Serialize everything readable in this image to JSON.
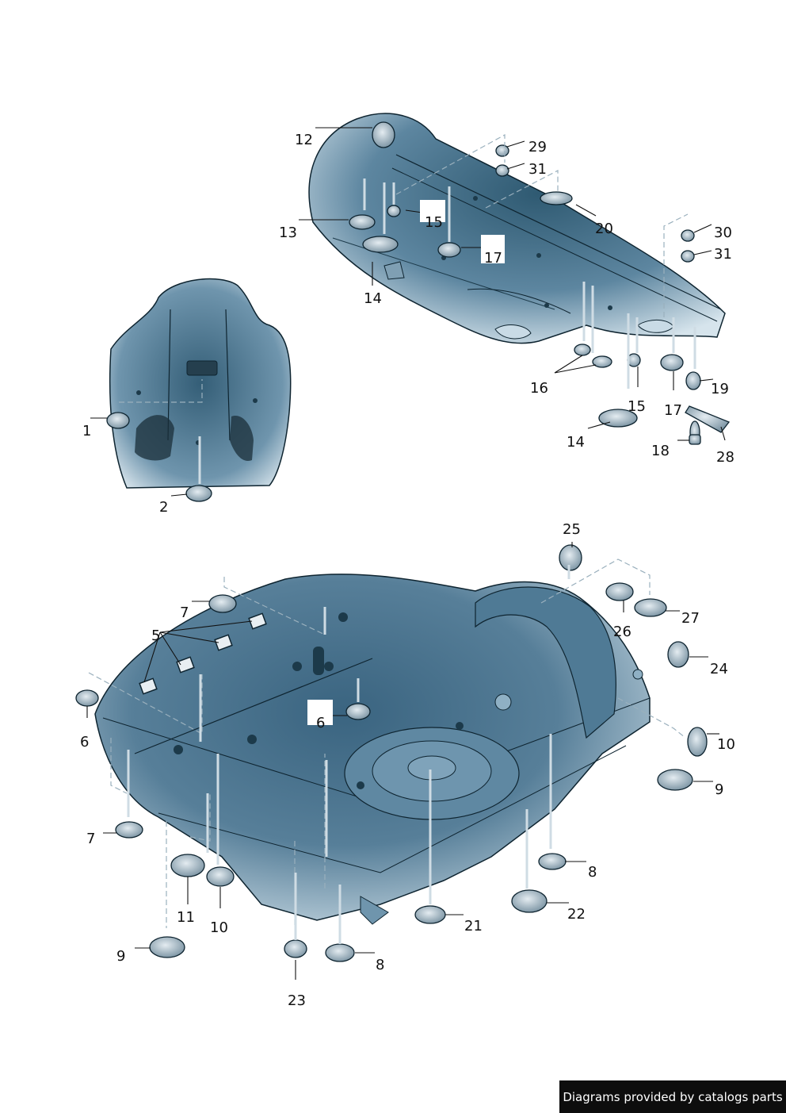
{
  "callouts": [
    {
      "id": "c12",
      "text": "12"
    },
    {
      "id": "c29",
      "text": "29"
    },
    {
      "id": "c31a",
      "text": "31"
    },
    {
      "id": "c13",
      "text": "13"
    },
    {
      "id": "c15a",
      "text": "15"
    },
    {
      "id": "c20",
      "text": "20"
    },
    {
      "id": "c30",
      "text": "30"
    },
    {
      "id": "c31b",
      "text": "31"
    },
    {
      "id": "c17a",
      "text": "17"
    },
    {
      "id": "c14a",
      "text": "14"
    },
    {
      "id": "c16",
      "text": "16"
    },
    {
      "id": "c19",
      "text": "19"
    },
    {
      "id": "c15b",
      "text": "15"
    },
    {
      "id": "c17b",
      "text": "17"
    },
    {
      "id": "c14b",
      "text": "14"
    },
    {
      "id": "c18",
      "text": "18"
    },
    {
      "id": "c28",
      "text": "28"
    },
    {
      "id": "c1",
      "text": "1"
    },
    {
      "id": "c2",
      "text": "2"
    },
    {
      "id": "c25",
      "text": "25"
    },
    {
      "id": "c7a",
      "text": "7"
    },
    {
      "id": "c27",
      "text": "27"
    },
    {
      "id": "c5",
      "text": "5"
    },
    {
      "id": "c26",
      "text": "26"
    },
    {
      "id": "c24",
      "text": "24"
    },
    {
      "id": "c6a",
      "text": "6"
    },
    {
      "id": "c6b",
      "text": "6"
    },
    {
      "id": "c10a",
      "text": "10"
    },
    {
      "id": "c9a",
      "text": "9"
    },
    {
      "id": "c7b",
      "text": "7"
    },
    {
      "id": "c8a",
      "text": "8"
    },
    {
      "id": "c11",
      "text": "11"
    },
    {
      "id": "c22",
      "text": "22"
    },
    {
      "id": "c10b",
      "text": "10"
    },
    {
      "id": "c21",
      "text": "21"
    },
    {
      "id": "c9b",
      "text": "9"
    },
    {
      "id": "c8b",
      "text": "8"
    },
    {
      "id": "c23",
      "text": "23"
    }
  ],
  "credit": "Diagrams provided by catalogs parts",
  "colors": {
    "body_dark": "#2f5a72",
    "body_mid": "#6f95ad",
    "body_light": "#c9dbe6",
    "edge": "#0e2430",
    "plug": "#b7c6cf"
  }
}
